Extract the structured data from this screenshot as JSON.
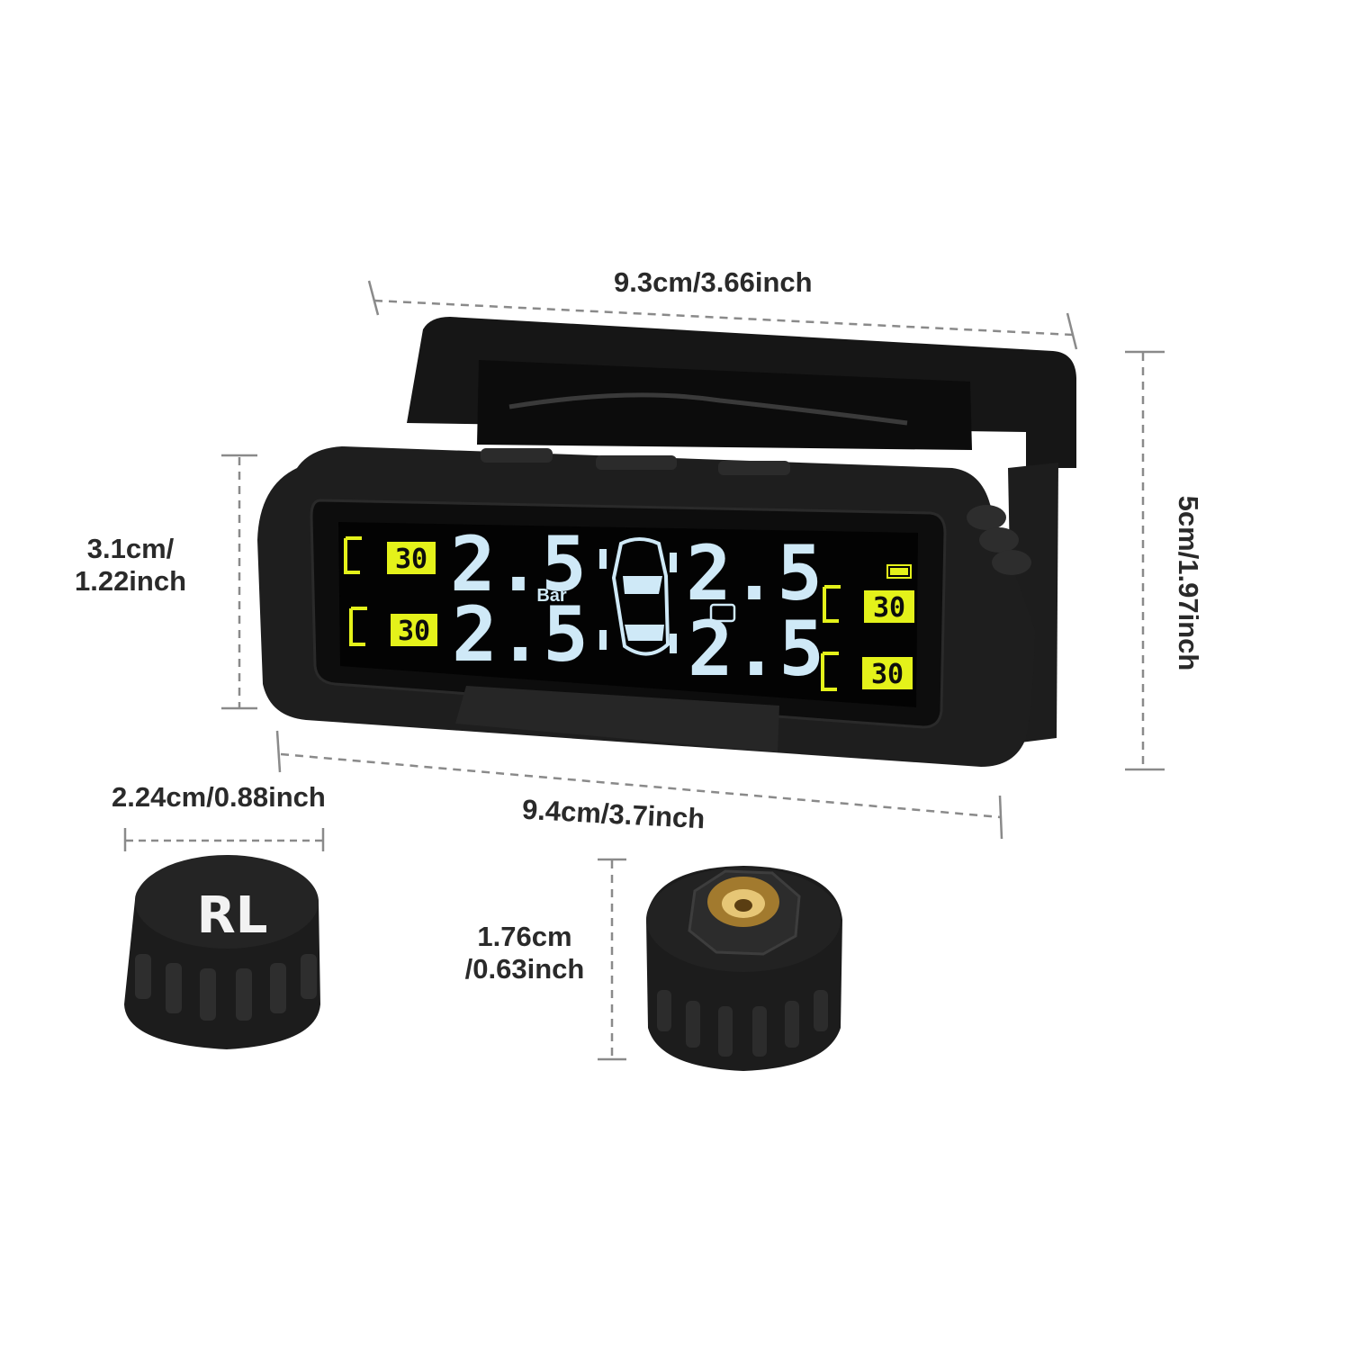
{
  "dimensions": {
    "top_width": "9.3cm/3.66inch",
    "body_height_line1": "3.1cm/",
    "body_height_line2": "1.22inch",
    "total_height": "5cm/1.97inch",
    "bottom_width": "9.4cm/3.7inch",
    "sensor_width": "2.24cm/0.88inch",
    "sensor_height_line1": "1.76cm",
    "sensor_height_line2": "/0.63inch"
  },
  "display": {
    "pressure_fl": "2.5",
    "pressure_fr": "2.5",
    "pressure_rl": "2.5",
    "pressure_rr": "2.5",
    "unit": "Bar",
    "temp_fl": "30",
    "temp_rl": "30",
    "temp_fr": "30",
    "temp_rr": "30"
  },
  "sensor": {
    "label": "RL"
  },
  "colors": {
    "lcd_digits": "#cfe9f7",
    "lcd_yellow": "#e4f21a",
    "device_body": "#1a1a1a"
  }
}
